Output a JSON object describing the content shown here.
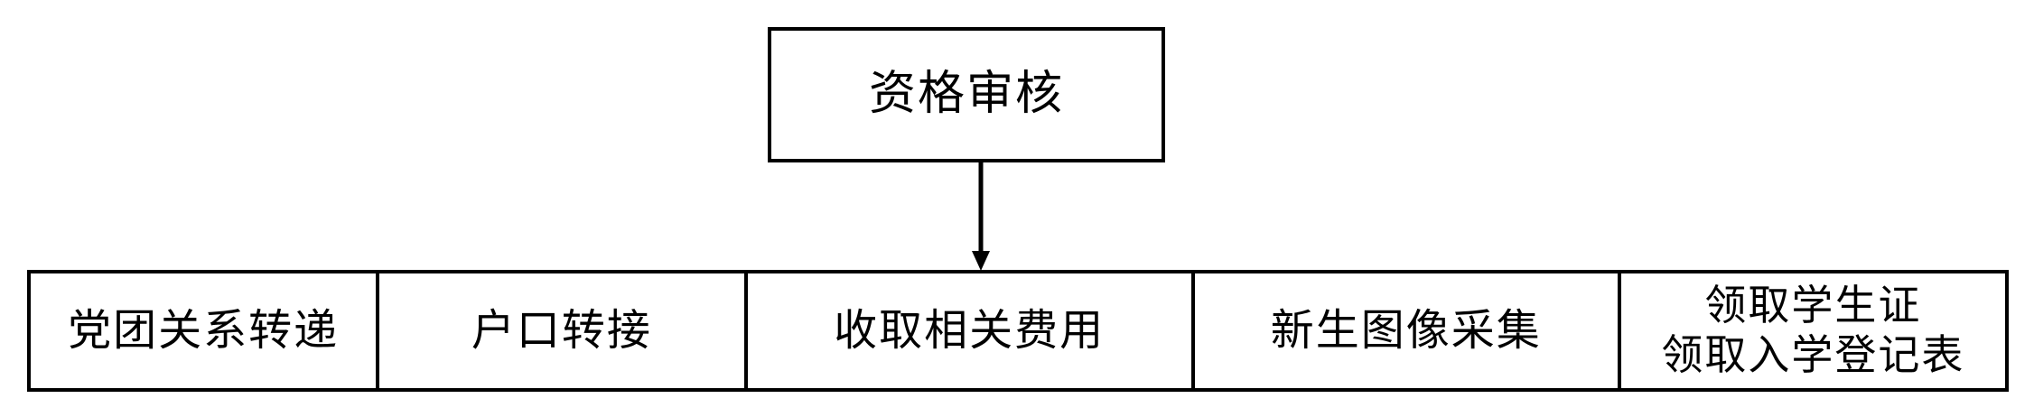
{
  "diagram": {
    "type": "flow-diagram",
    "orientation": "top-down",
    "background_color": "#ffffff",
    "line_color": "#000000",
    "text_color": "#000000"
  },
  "node": {
    "label": "资格审核"
  },
  "connector": {
    "kind": "arrow-down",
    "from": "资格审核",
    "to": "收取相关费用"
  },
  "row": {
    "cells": [
      {
        "lines": [
          "党团关系转递"
        ]
      },
      {
        "lines": [
          "户口转接"
        ]
      },
      {
        "lines": [
          "收取相关费用"
        ]
      },
      {
        "lines": [
          "新生图像采集"
        ]
      },
      {
        "lines": [
          "领取学生证",
          "领取入学登记表"
        ]
      }
    ]
  }
}
